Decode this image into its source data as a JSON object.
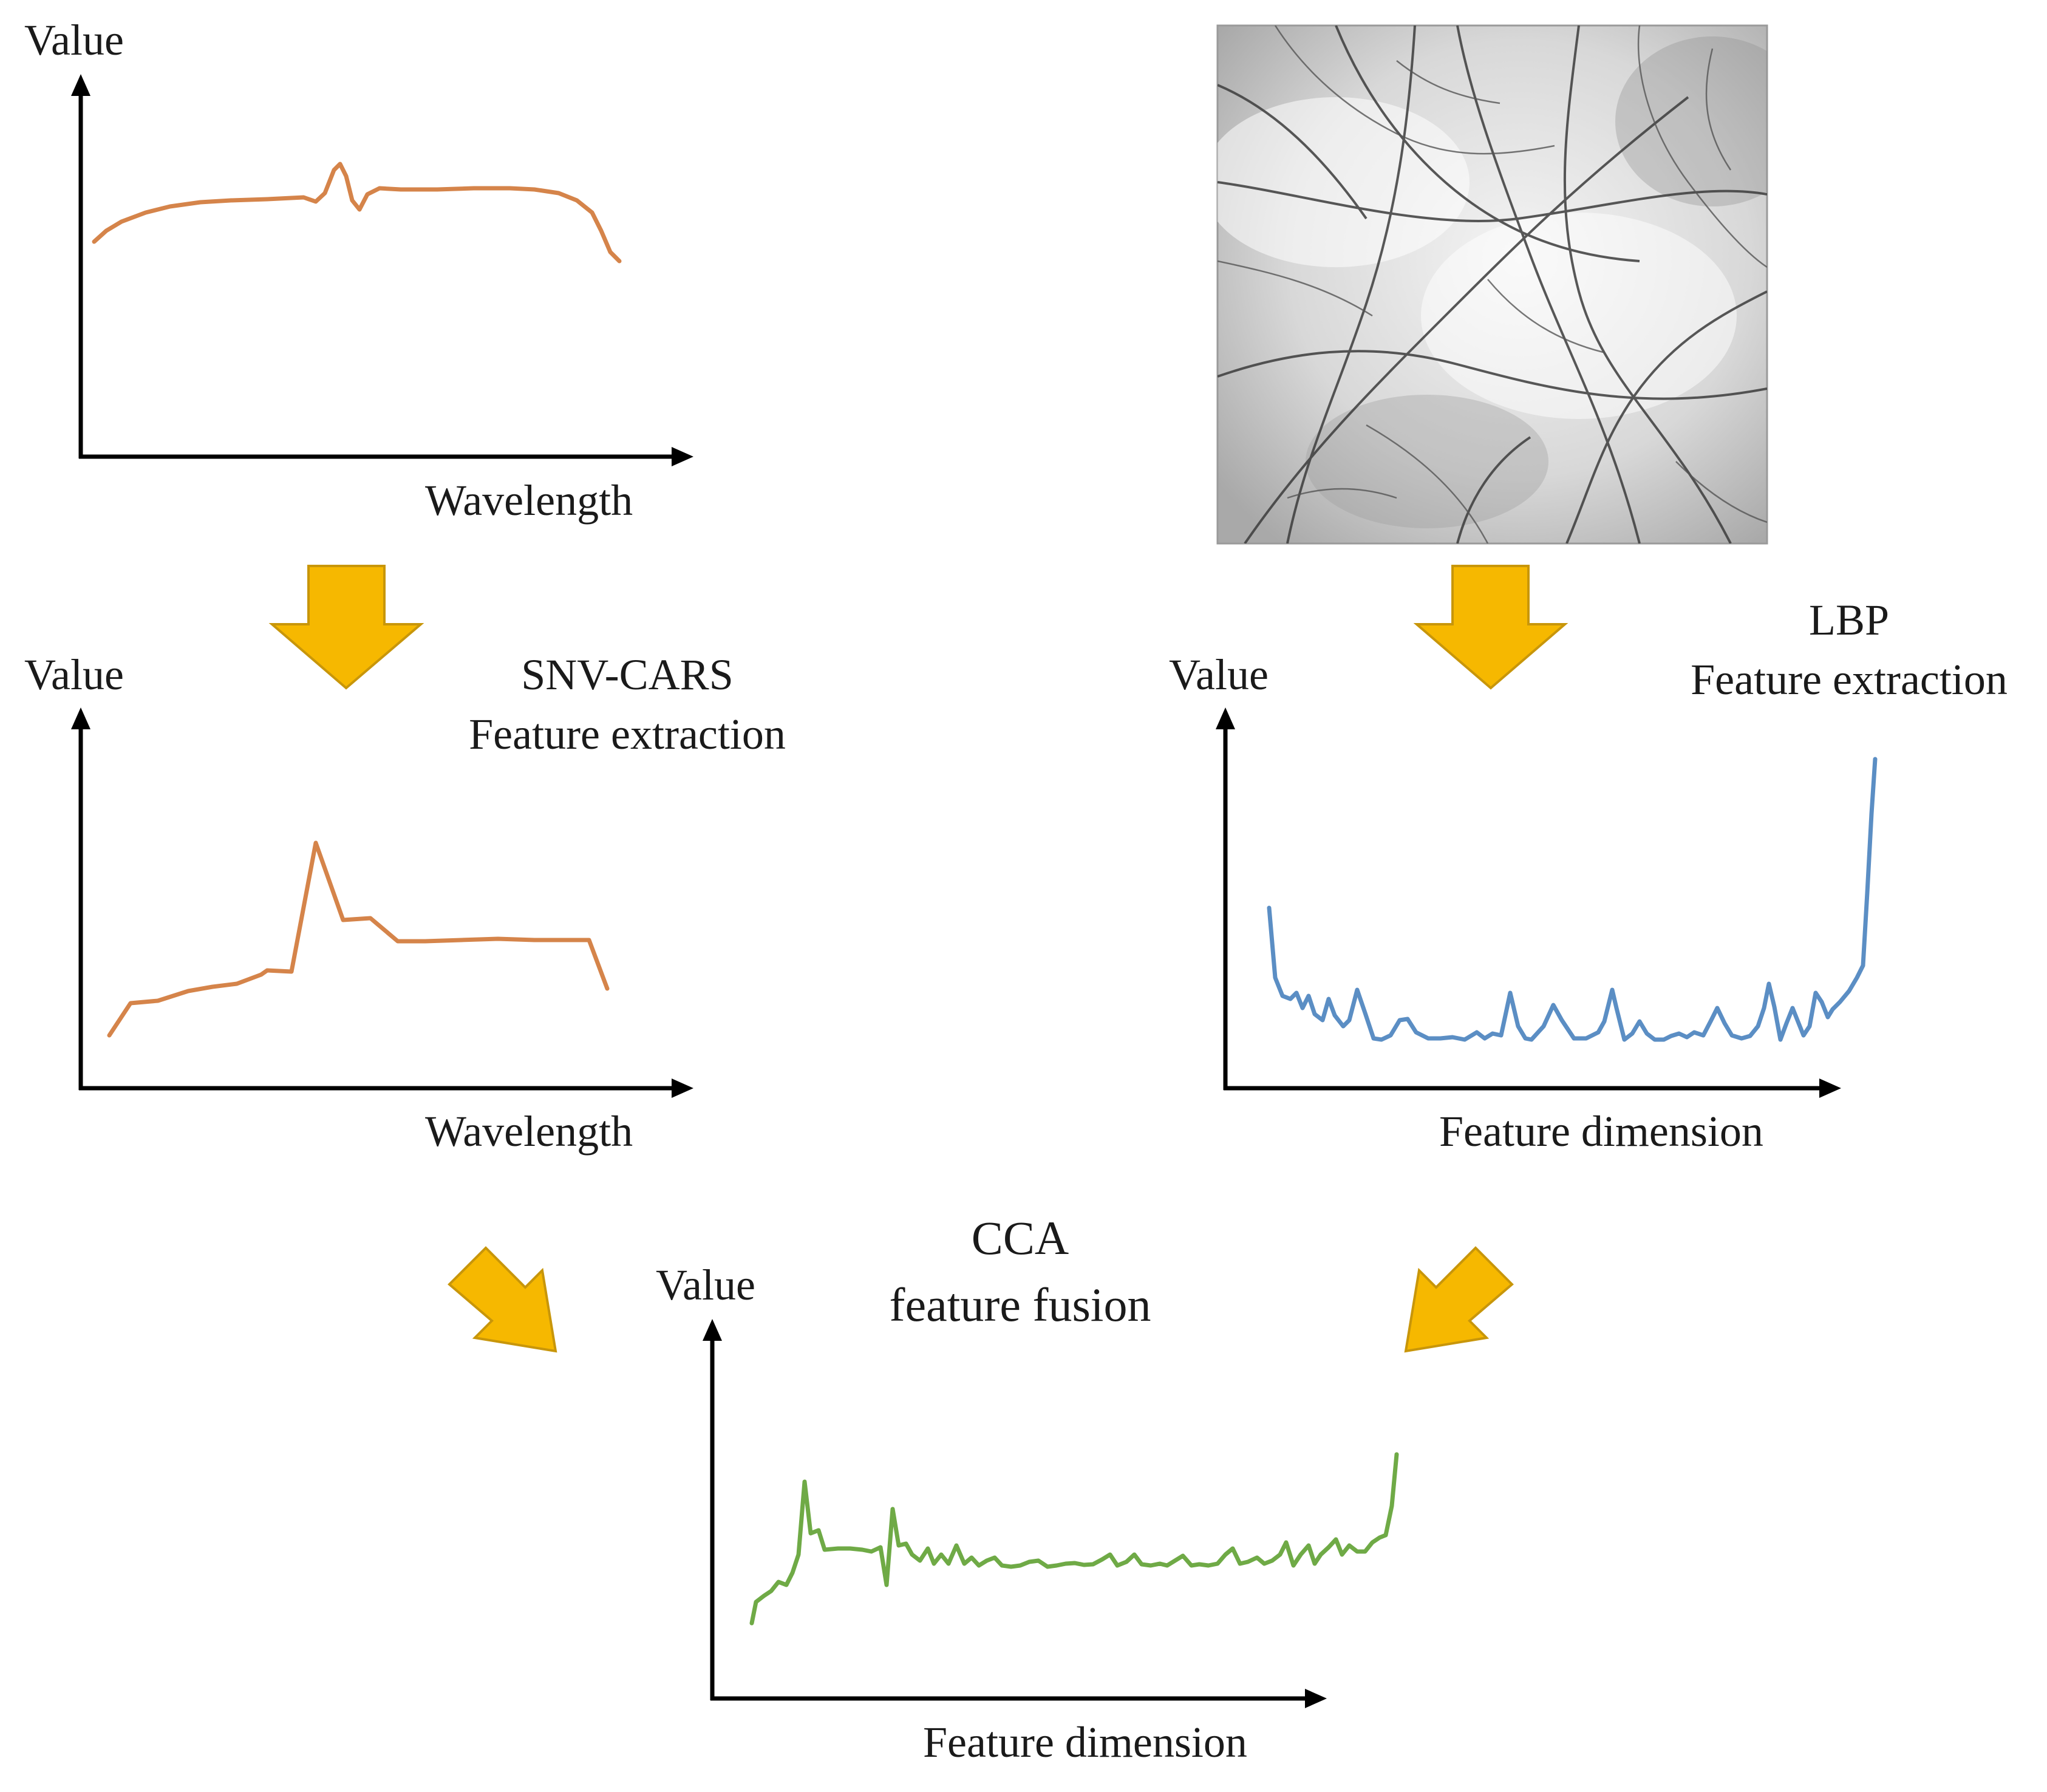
{
  "colors": {
    "spectral": "#d5844a",
    "lbp": "#5b8ec4",
    "fusion": "#6faa46",
    "flow_arrow": "#f6b800"
  },
  "panels": {
    "raw_spectrum": {
      "ylabel": "Value",
      "xlabel": "Wavelength"
    },
    "snv_cars": {
      "ylabel": "Value",
      "xlabel": "Wavelength",
      "caption_line1": "SNV-CARS",
      "caption_line2": "Feature extraction"
    },
    "image": {
      "description_icon": "fiber-network-photo"
    },
    "lbp": {
      "ylabel": "Value",
      "xlabel": "Feature dimension",
      "caption_line1": "LBP",
      "caption_line2": "Feature extraction"
    },
    "cca": {
      "ylabel": "Value",
      "xlabel": "Feature dimension",
      "caption_line1": "CCA",
      "caption_line2": "feature fusion"
    }
  },
  "icons": [
    "down-arrow-icon",
    "diagonal-arrow-icon",
    "axis-arrow-icon"
  ]
}
